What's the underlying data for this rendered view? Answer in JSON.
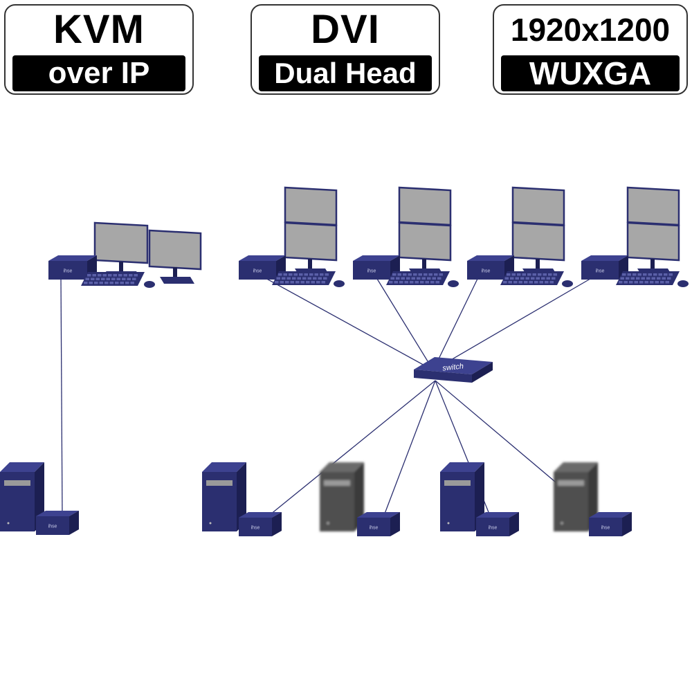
{
  "badges": [
    {
      "top": "KVM",
      "bottom": "over IP"
    },
    {
      "top": "DVI",
      "bottom": "Dual Head"
    },
    {
      "top": "1920x1200",
      "bottom": "WUXGA"
    }
  ],
  "diagram": {
    "switch_label": "switch",
    "device_label": "ihse",
    "colors": {
      "device": "#2b2f70",
      "device_dark": "#1c1f52",
      "screen": "#a7a7a7",
      "link": "#2b2f70",
      "computer_gray": "#4f4f4f"
    }
  }
}
